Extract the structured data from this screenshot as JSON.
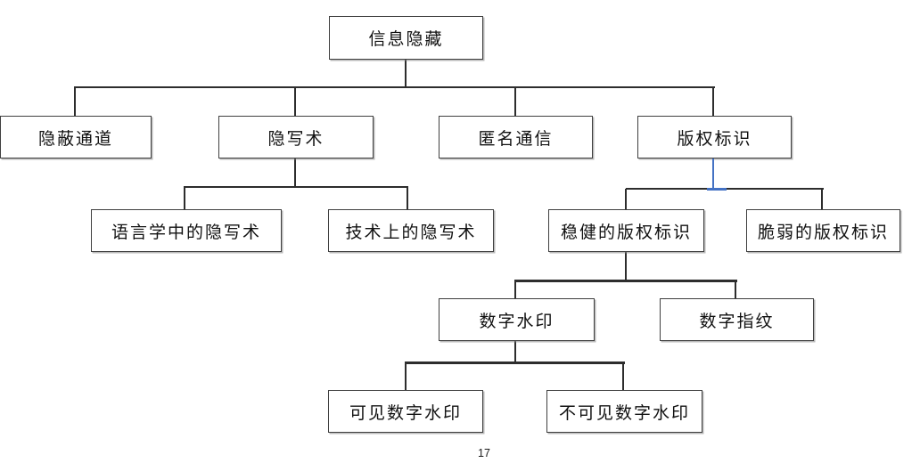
{
  "page": {
    "number": "17",
    "background_color": "#ffffff"
  },
  "diagram": {
    "type": "hierarchy-tree",
    "colors": {
      "connector": "#2d2d2d",
      "highlight_connector": "#4472C4",
      "box_border": "#3f3f3f",
      "box_fill": "#ffffff",
      "text": "#111111"
    },
    "tree": {
      "label": "信息隐藏",
      "children": [
        {
          "label": "隐蔽通道"
        },
        {
          "label": "隐写术",
          "children": [
            {
              "label": "语言学中的隐写术"
            },
            {
              "label": "技术上的隐写术"
            }
          ]
        },
        {
          "label": "匿名通信"
        },
        {
          "label": "版权标识",
          "children": [
            {
              "label": "稳健的版权标识",
              "children": [
                {
                  "label": "数字水印",
                  "children": [
                    {
                      "label": "可见数字水印"
                    },
                    {
                      "label": "不可见数字水印"
                    }
                  ]
                },
                {
                  "label": "数字指纹"
                }
              ]
            },
            {
              "label": "脆弱的版权标识"
            }
          ]
        }
      ]
    }
  }
}
